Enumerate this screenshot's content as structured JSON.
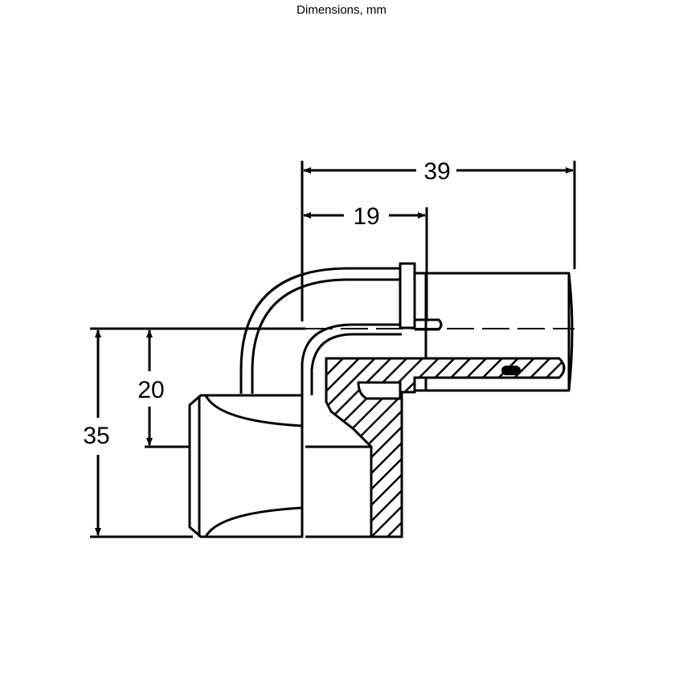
{
  "caption": "Dimensions, mm",
  "dimensions": {
    "overall_length": "39",
    "socket_length": "19",
    "axis_height": "20",
    "overall_height": "35"
  }
}
